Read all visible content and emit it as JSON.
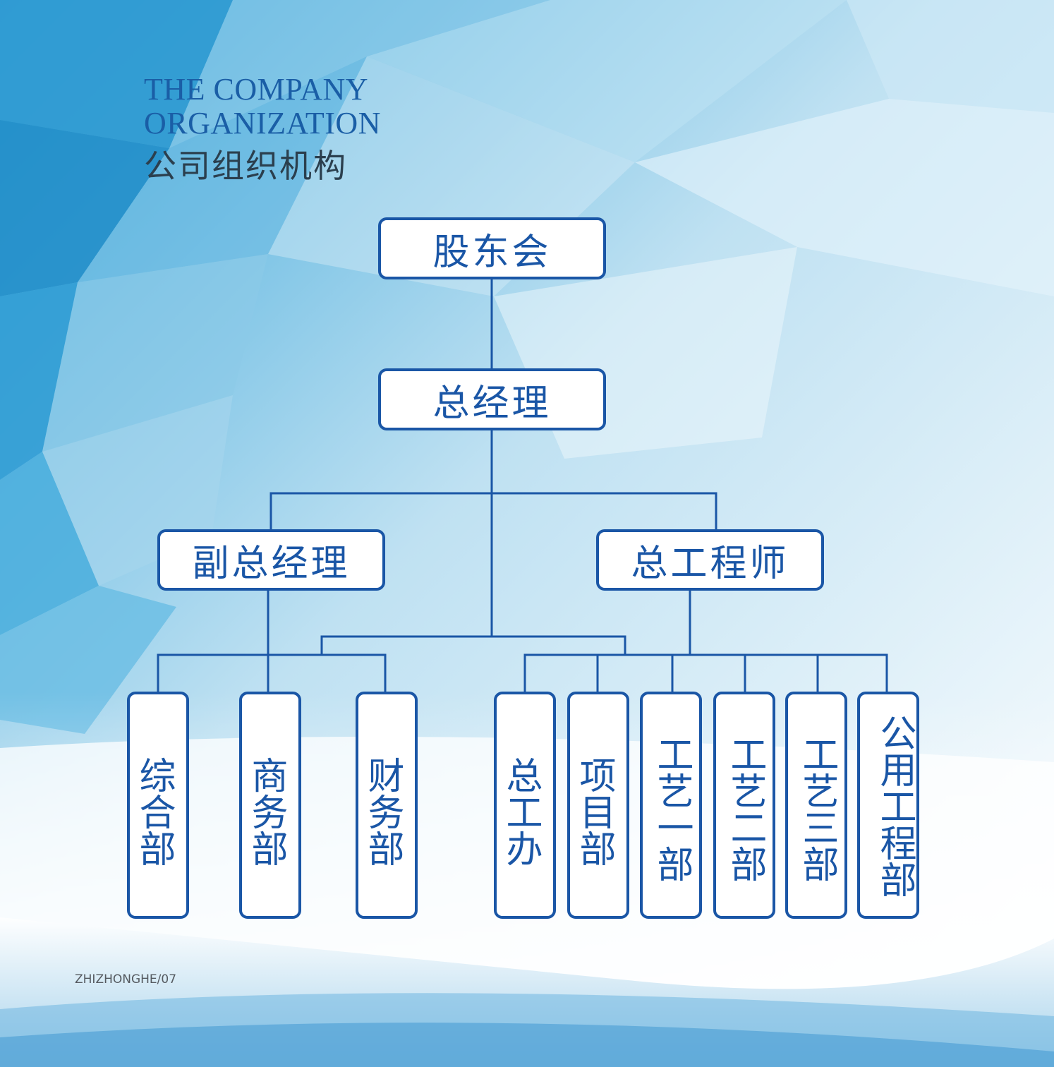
{
  "header": {
    "title_en_line1": "THE COMPANY",
    "title_en_line2": "ORGANIZATION",
    "title_cn": "公司组织机构"
  },
  "org": {
    "shareholders": "股东会",
    "general_manager": "总经理",
    "deputy_gm": "副总经理",
    "chief_engineer": "总工程师",
    "departments": [
      "综合部",
      "商务部",
      "财务部",
      "总工办",
      "项目部",
      "工艺一部",
      "工艺二部",
      "工艺三部",
      "公用工程部"
    ]
  },
  "footer": {
    "text": "ZHIZHONGHE/07"
  },
  "colors": {
    "primary": "#1a56a6",
    "title_blue": "#1a5ea6",
    "title_dark": "#2b3f4e",
    "background_accent": "#2a9fd8"
  }
}
